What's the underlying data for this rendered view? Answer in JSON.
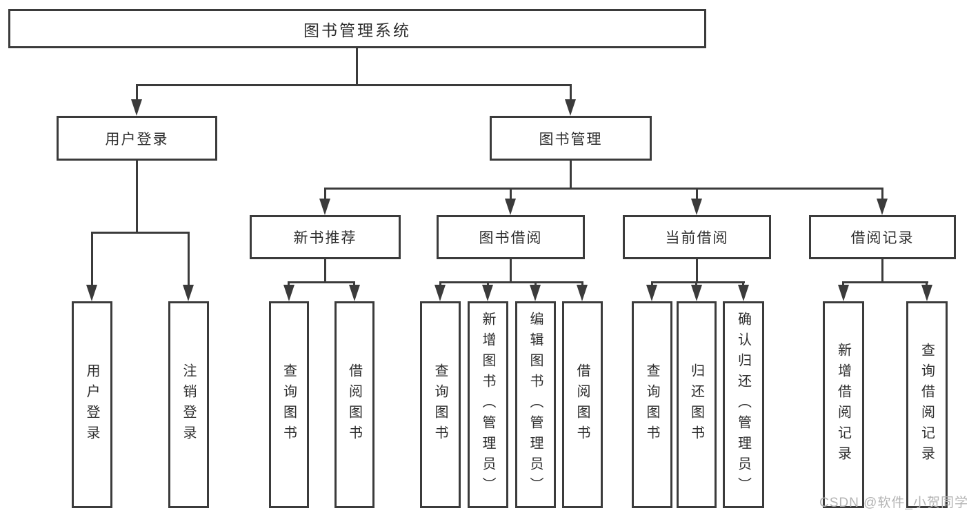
{
  "diagram_title": "图书管理系统",
  "tree": {
    "root": {
      "label": "图书管理系统",
      "children": [
        {
          "label": "用户登录",
          "children": [
            {
              "label": "用户登录"
            },
            {
              "label": "注销登录"
            }
          ]
        },
        {
          "label": "图书管理",
          "children": [
            {
              "label": "新书推荐",
              "children": [
                {
                  "label": "查询图书"
                },
                {
                  "label": "借阅图书"
                }
              ]
            },
            {
              "label": "图书借阅",
              "children": [
                {
                  "label": "查询图书"
                },
                {
                  "label": "新增图书（管理员）"
                },
                {
                  "label": "编辑图书（管理员）"
                },
                {
                  "label": "借阅图书"
                }
              ]
            },
            {
              "label": "当前借阅",
              "children": [
                {
                  "label": "查询图书"
                },
                {
                  "label": "归还图书"
                },
                {
                  "label": "确认归还（管理员）"
                }
              ]
            },
            {
              "label": "借阅记录",
              "children": [
                {
                  "label": "新增借阅记录"
                },
                {
                  "label": "查询借阅记录"
                }
              ]
            }
          ]
        }
      ]
    }
  },
  "watermark": {
    "text": "CSDN @软件_小贺同学"
  },
  "colors": {
    "border": "#3b3b3b",
    "text": "#2e2e2e",
    "background": "#ffffff",
    "watermark": "#b3b3b3"
  }
}
